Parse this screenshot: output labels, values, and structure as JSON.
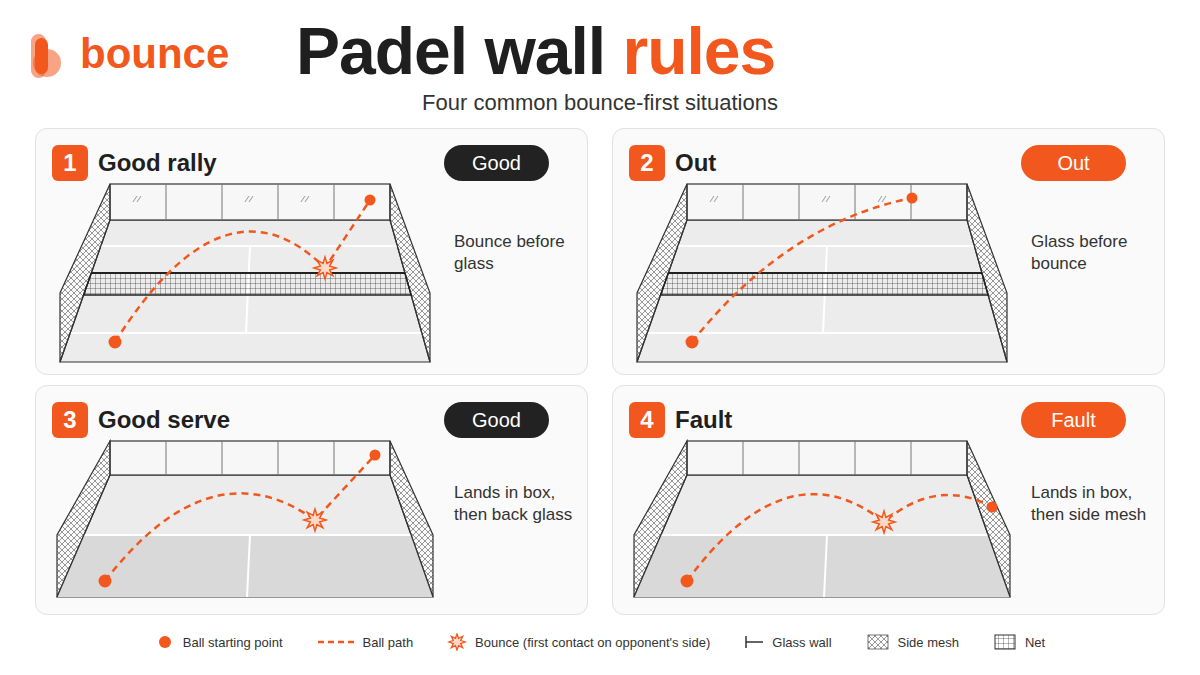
{
  "diagram": {
    "title": "Padel wall rules",
    "nodes": [
      {
        "text": [
          "Good rally",
          "Bounce before glass"
        ]
      },
      {
        "text": [
          "1"
        ],
        "in": 0
      },
      {
        "text": [
          "Good"
        ],
        "in": 0
      },
      {
        "text": [
          "Out",
          "Glass before bounce"
        ]
      },
      {
        "text": [
          "2"
        ],
        "in": 3
      },
      {
        "text": [
          "Out"
        ],
        "in": 3
      },
      {
        "text": [
          "Good serve",
          "Lands in box, then back glass"
        ]
      },
      {
        "text": [
          "3"
        ],
        "in": 6
      },
      {
        "text": [
          "Good"
        ],
        "in": 6
      },
      {
        "text": [
          "Fault",
          "Lands in box, then side mesh"
        ]
      },
      {
        "text": [
          "4"
        ],
        "in": 9
      },
      {
        "text": [
          "Fault"
        ],
        "in": 9
      }
    ],
    "labels": [
      "bounce",
      "Four common bounce-first situations"
    ],
    "legend": [
      {
        "text": "Ball starting point"
      },
      {
        "text": "Ball path"
      },
      {
        "text": "Bounce (first contact on opponent's side)"
      },
      {
        "text": "Glass wall"
      },
      {
        "text": "Side mesh"
      },
      {
        "text": "Net"
      }
    ]
  }
}
